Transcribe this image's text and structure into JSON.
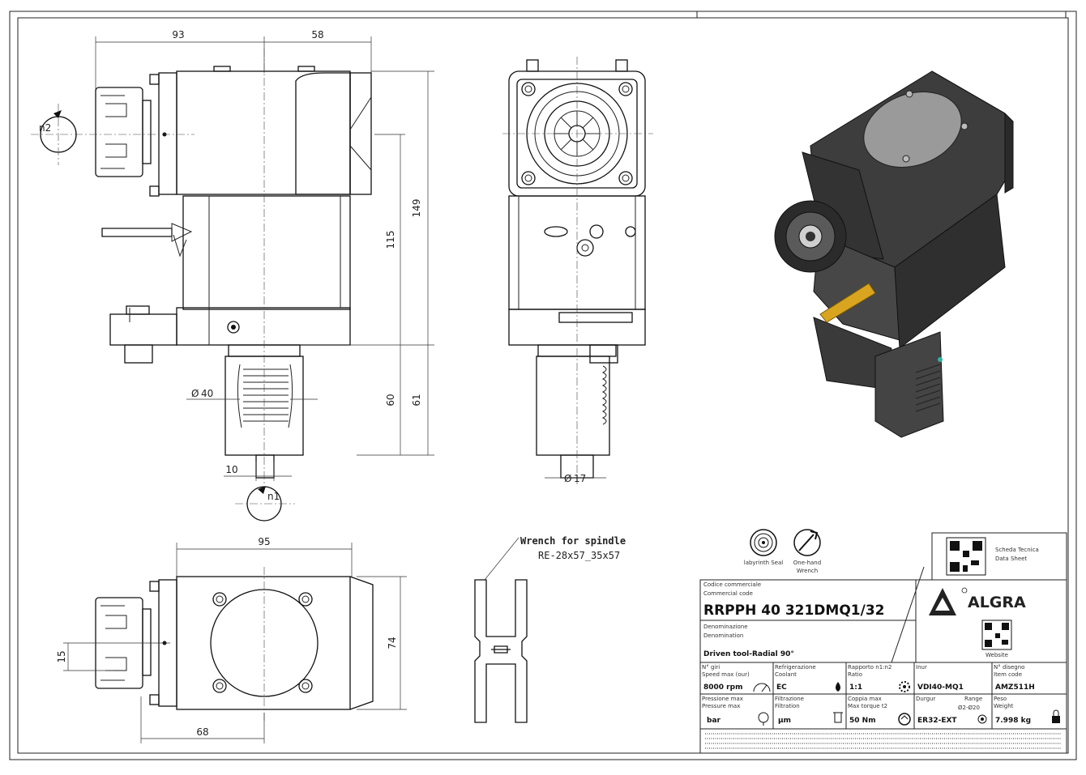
{
  "dimensions": {
    "side_top_left": "93",
    "side_top_right": "58",
    "height_149": "149",
    "height_115": "115",
    "height_60": "60",
    "height_61": "61",
    "diameter_40": "40",
    "offset_10": "10",
    "diameter_17": "17",
    "bottom_95": "95",
    "bottom_74": "74",
    "bottom_15": "15",
    "bottom_68": "68"
  },
  "rotation_labels": {
    "n1": "n1",
    "n2": "n2"
  },
  "wrench_note": {
    "line1": "Wrench for spindle",
    "line2": "RE-28x57_35x57"
  },
  "icons": {
    "labyrinth_label": "labyrinth Seal",
    "onehand_label_1": "One-hand",
    "onehand_label_2": "Wrench"
  },
  "title_block": {
    "scheda_1": "Scheda Tecnica",
    "scheda_2": "Data Sheet",
    "brand": "ALGRA",
    "website": "Website",
    "codice_it": "Codice commerciale",
    "codice_en": "Commercial code",
    "code": "RRPPH 40 321DMQ1/32",
    "denom_it": "Denominazione",
    "denom_en": "Denomination",
    "denom_value": "Driven tool-Radial 90°",
    "cells_row1": [
      {
        "it": "N° giri",
        "en": "Speed max (our)",
        "value": "8000 rpm"
      },
      {
        "it": "Refrigerazione",
        "en": "Coolant",
        "value": "EC"
      },
      {
        "it": "Rapporto n1:n2",
        "en": "Ratio",
        "value": "1:1"
      },
      {
        "it": "Inur",
        "en": "",
        "value": "VDI40-MQ1"
      },
      {
        "it": "N° disegno",
        "en": "Item code",
        "value": "AMZ511H"
      }
    ],
    "cells_row2": [
      {
        "it": "Pressione max",
        "en": "Pressure max",
        "value": "bar"
      },
      {
        "it": "Filtrazione",
        "en": "Filtration",
        "value": "µm"
      },
      {
        "it": "Coppia max",
        "en": "Max torque t2",
        "value": "50 Nm"
      },
      {
        "it": "Durgur",
        "en": "",
        "value": "ER32-EXT"
      },
      {
        "it": "Peso",
        "en": "Weight",
        "value": "7.998 kg"
      }
    ],
    "range_label": "Range",
    "range_value": "Ø2-Ø20"
  },
  "colors": {
    "line": "#111111",
    "body_dark": "#3a3a3a",
    "body_mid": "#555555",
    "pin": "#d9a520",
    "brand": "#222222"
  }
}
